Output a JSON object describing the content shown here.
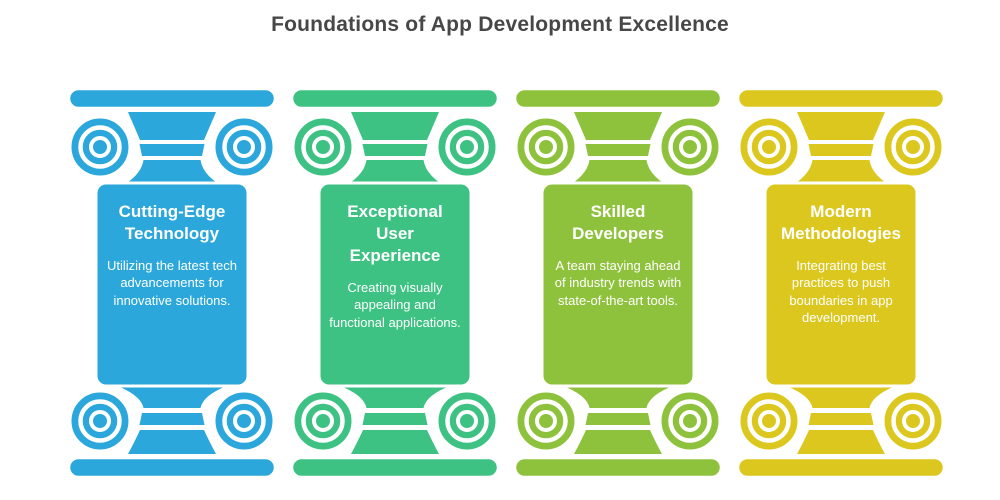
{
  "title": "Foundations of App Development Excellence",
  "title_color": "#474747",
  "background_color": "#ffffff",
  "outline_color": "#ffffff",
  "pillars": [
    {
      "title": "Cutting-Edge Technology",
      "description": "Utilizing the latest tech advancements for innovative solutions.",
      "color": "#2BA7DB",
      "icon": "classical-column-icon"
    },
    {
      "title": "Exceptional User Experience",
      "description": "Creating visually appealing and functional applications.",
      "color": "#3EC283",
      "icon": "classical-column-icon"
    },
    {
      "title": "Skilled Developers",
      "description": "A team staying ahead of industry trends with state-of-the-art tools.",
      "color": "#8FC23C",
      "icon": "classical-column-icon"
    },
    {
      "title": "Modern Methodologies",
      "description": "Integrating best practices to push boundaries in app development.",
      "color": "#DCC71F",
      "icon": "classical-column-icon"
    }
  ]
}
